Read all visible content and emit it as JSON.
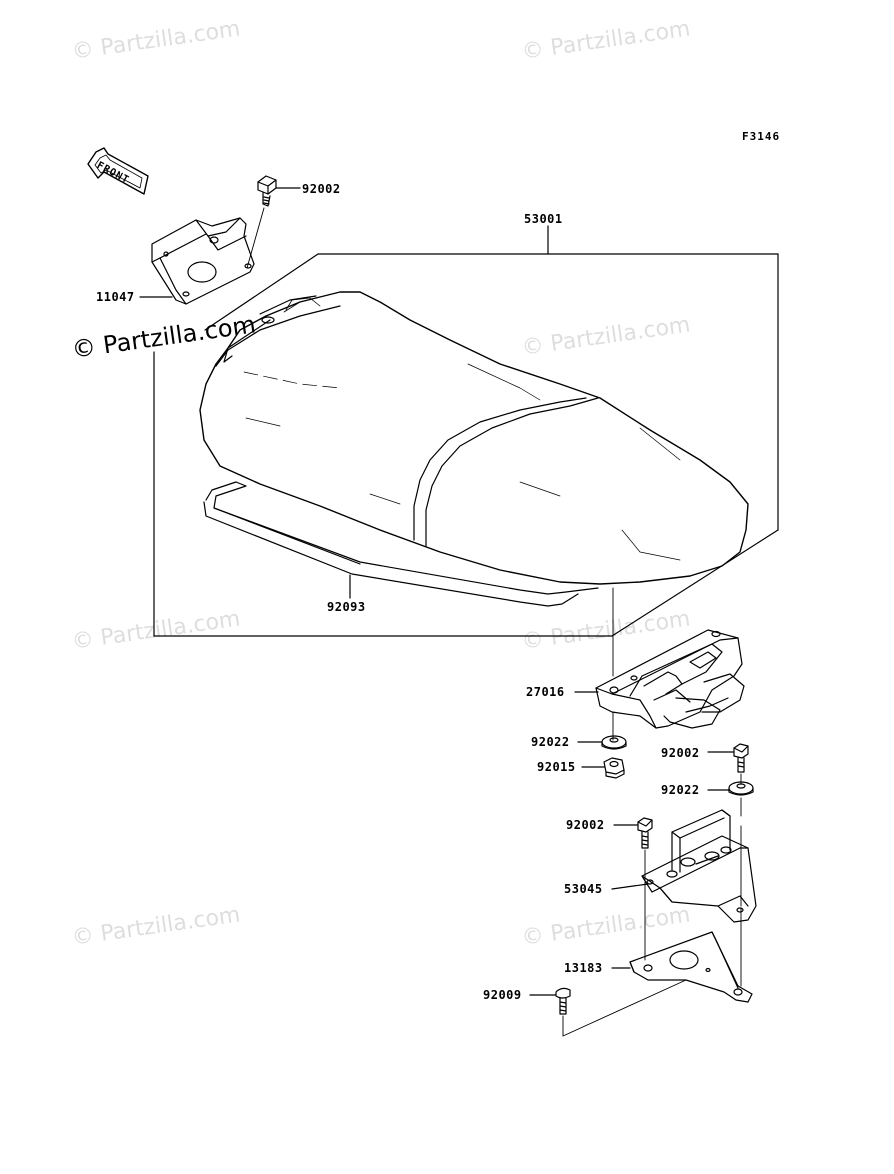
{
  "figure_code": "F3146",
  "front_label": "FRONT",
  "watermark": "© Partzilla.com",
  "parts": {
    "p92002_top": "92002",
    "p53001": "53001",
    "p11047": "11047",
    "p92093": "92093",
    "p27016": "27016",
    "p92022_a": "92022",
    "p92015": "92015",
    "p92002_right": "92002",
    "p92022_b": "92022",
    "p92002_mid": "92002",
    "p53045": "53045",
    "p13183": "13183",
    "p92009": "92009"
  }
}
